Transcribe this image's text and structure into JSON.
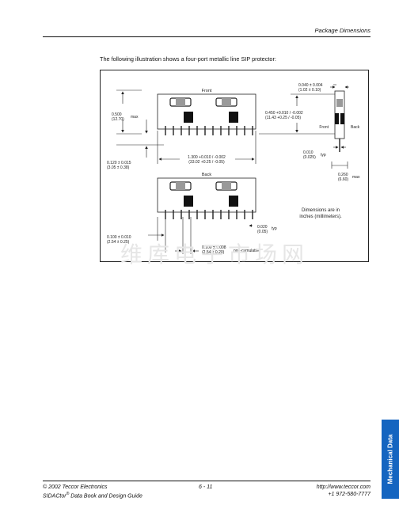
{
  "header": {
    "section_title": "Package Dimensions"
  },
  "intro_text": "The following illustration shows a four-port metallic line SIP protector:",
  "figure": {
    "front_label": "Front",
    "back_label": "Back",
    "side_front_label": "Front",
    "side_back_label": "Back",
    "height": {
      "value": "0.500",
      "mm": "(12.70)",
      "suffix": "max"
    },
    "body_height": {
      "value": "0.450 +0.010 / -0.002",
      "mm": "(11.43 +0.25 / -0.05)"
    },
    "top_thickness": {
      "value": "0.040 ± 0.004",
      "mm": "(1.02 ± 0.10)"
    },
    "pin_length": {
      "value": "0.120 ± 0.015",
      "mm": "(3.05 ± 0.38)"
    },
    "width": {
      "value": "1.300 +0.010 / -0.002",
      "mm": "(33.02 +0.25 / -0.05)"
    },
    "lead_thickness": {
      "value": "0.010",
      "mm": "(0.025)",
      "suffix": "typ"
    },
    "depth": {
      "value": "0.260",
      "mm": "(6.60)",
      "suffix": "max"
    },
    "lead_width": {
      "value": "0.020",
      "mm": "(0.05)",
      "suffix": "typ"
    },
    "first_pitch": {
      "value": "0.100 ± 0.010",
      "mm": "(2.54 ± 0.25)"
    },
    "pitch": {
      "value": "0.100 ± 0.008",
      "mm": "(2.54 ± 0.20)",
      "note": "non-cumulative"
    },
    "units_note_line1": "Dimensions are in",
    "units_note_line2": "inches (millimeters)."
  },
  "watermark": "维库电子市场网",
  "footer": {
    "copyright": "© 2002 Teccor Electronics",
    "book_title_a": "SIDACtor",
    "book_title_sup": "®",
    "book_title_b": " Data Book and Design Guide",
    "page_number": "6 - 11",
    "url": "http://www.teccor.com",
    "phone": "+1 972-580-7777"
  },
  "side_tab": {
    "label": "Mechanical Data",
    "color": "#1565c0"
  }
}
